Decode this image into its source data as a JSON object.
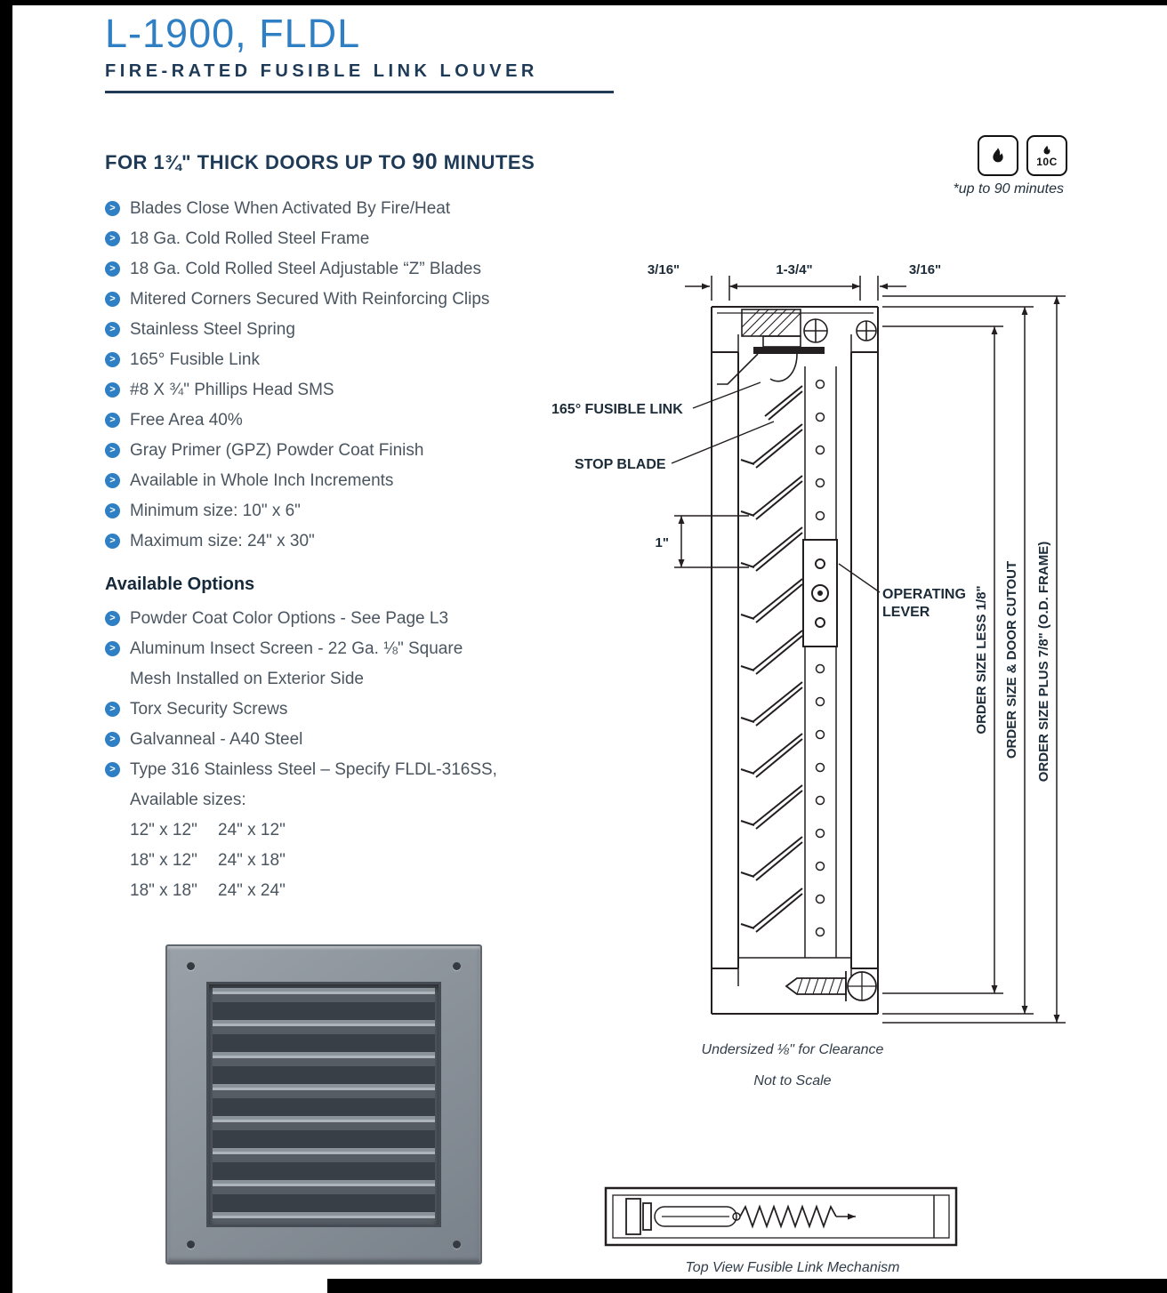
{
  "page": {
    "title": "L-1900, FLDL",
    "subtitle": "FIRE-RATED FUSIBLE LINK LOUVER"
  },
  "header": {
    "heading_pre": "FOR 1¾\" THICK DOORS UP TO",
    "heading_num": "90",
    "heading_post": "MINUTES",
    "badge_label": "10C",
    "note": "*up to 90 minutes"
  },
  "features": {
    "items": [
      "Blades Close When Activated By Fire/Heat",
      "18 Ga. Cold Rolled Steel Frame",
      "18 Ga. Cold Rolled Steel Adjustable “Z” Blades",
      "Mitered Corners Secured With Reinforcing Clips",
      "Stainless Steel Spring",
      "165° Fusible Link",
      "#8 X ¾\" Phillips Head SMS",
      "Free Area 40%",
      "Gray Primer (GPZ) Powder Coat Finish",
      "Available in Whole Inch Increments",
      "Minimum size: 10\" x 6\"",
      "Maximum size: 24\" x 30\""
    ]
  },
  "options": {
    "heading": "Available Options",
    "item0": "Powder Coat Color Options - See Page L3",
    "item1_line1": "Aluminum Insect Screen - 22 Ga. ⅛\" Square",
    "item1_line2": "Mesh Installed on Exterior Side",
    "item2": "Torx Security Screws",
    "item3": "Galvanneal - A40 Steel",
    "item4_line1": "Type 316 Stainless Steel – Specify FLDL-316SS,",
    "item4_line2": "Available sizes:",
    "sizes": {
      "rows": [
        [
          "12\" x 12\"",
          "24\" x 12\""
        ],
        [
          "18\" x 12\"",
          "24\" x 18\""
        ],
        [
          "18\" x 18\"",
          "24\" x 24\""
        ]
      ]
    }
  },
  "diagram": {
    "dim_top_left": "3/16\"",
    "dim_top_mid": "1-3/4\"",
    "dim_top_right": "3/16\"",
    "label_fusible": "165° FUSIBLE LINK",
    "label_stop": "STOP BLADE",
    "dim_blade": "1\"",
    "label_lever_line1": "OPERATING",
    "label_lever_line2": "LEVER",
    "dim_right_inner": "ORDER SIZE LESS 1/8\"",
    "dim_right_mid": "ORDER SIZE & DOOR CUTOUT",
    "dim_right_outer": "ORDER SIZE  PLUS 7/8\" (O.D. FRAME)",
    "note_undersized": "Undersized ⅛\" for Clearance",
    "note_scale": "Not to Scale"
  },
  "top_view": {
    "caption": "Top View Fusible Link Mechanism"
  },
  "colors": {
    "accent_blue": "#2e7fc4",
    "navy": "#1e3a57",
    "body_text": "#4a555f",
    "line_black": "#231f20",
    "louver_gray": "#7d858d"
  }
}
